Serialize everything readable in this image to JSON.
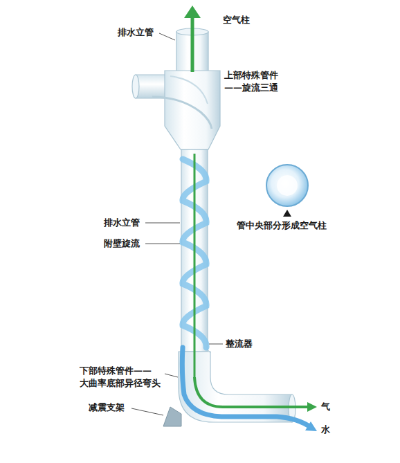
{
  "diagram": {
    "labels": [
      "排水立管",
      "空气柱",
      "上部特殊管件 ——旋流三通",
      "管中央部分形成空气柱",
      "排水立管",
      "附壁旋流",
      "整流器",
      "下部特殊管件—— 大曲率底部异径弯头",
      "减震支架",
      "气",
      "水"
    ]
  }
}
